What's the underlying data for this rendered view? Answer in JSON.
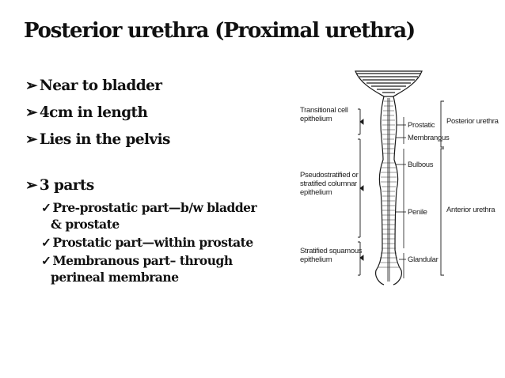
{
  "slide": {
    "title": "Posterior urethra (Proximal urethra)",
    "bullet_marker": "➢",
    "check_marker": "✓",
    "bullets": [
      "Near to bladder",
      "4cm in length",
      "Lies in the pelvis",
      "3 parts"
    ],
    "sub_bullets": [
      {
        "line1": "Pre-prostatic part—b/w bladder",
        "line2": "& prostate"
      },
      {
        "line1": "Prostatic part—within prostate",
        "line2": ""
      },
      {
        "line1": "Membranous part– through",
        "line2": "perineal membrane"
      }
    ]
  },
  "diagram": {
    "epithelium_labels": [
      {
        "line1": "Transitional cell",
        "line2": "epithelium",
        "line3": ""
      },
      {
        "line1": "Pseudostratified or",
        "line2": "stratified columnar",
        "line3": "epithelium"
      },
      {
        "line1": "Stratified squamous",
        "line2": "epithelium",
        "line3": ""
      }
    ],
    "part_labels": [
      "Prostatic",
      "Membranous",
      "Bulbous",
      "Penile",
      "Glandular"
    ],
    "region_labels": [
      "Posterior urethra",
      "Anterior urethra"
    ]
  }
}
